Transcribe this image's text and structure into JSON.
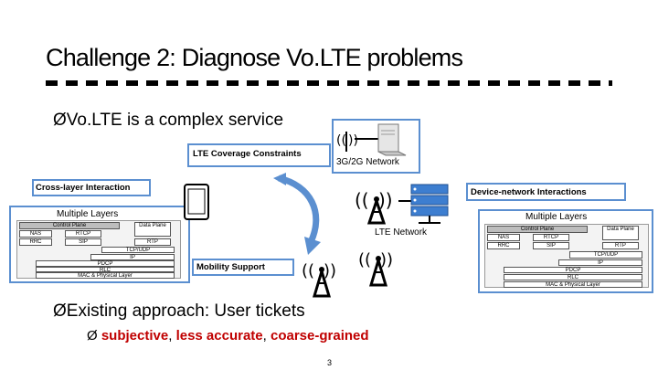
{
  "slide": {
    "title": "Challenge 2: Diagnose Vo.LTE problems",
    "bullet1": "Vo.LTE is a complex service",
    "bullet2": "Existing approach: User tickets",
    "sub_bullet": {
      "part1": "subjective",
      "sep1": ", ",
      "part2": "less accurate",
      "sep2": ", ",
      "part3": "coarse-grained"
    },
    "page_number": "3"
  },
  "labels": {
    "lte_coverage": "LTE Coverage Constraints",
    "network_3g2g": "3G/2G Network",
    "cross_layer": "Cross-layer Interaction",
    "device_network": "Device-network Interactions",
    "multiple_layers_left": "Multiple Layers",
    "multiple_layers_right": "Multiple Layers",
    "lte_network": "LTE Network",
    "mobility_support": "Mobility Support"
  },
  "stack": {
    "control_plane": "Control Plane",
    "data_plane": "Data Plane",
    "nas": "NAS",
    "rtcp": "RTCP",
    "rtp": "RTP",
    "rrc": "RRC",
    "sip": "SIP",
    "tcp_udp": "TCP/UDP",
    "ip": "IP",
    "pdcp": "PDCP",
    "rlc": "RLC",
    "mac_phy": "MAC & Physical Layer"
  },
  "colors": {
    "box_border": "#5b8fd0",
    "highlight_red": "#c00000",
    "arrow_blue": "#5b8fd0"
  }
}
